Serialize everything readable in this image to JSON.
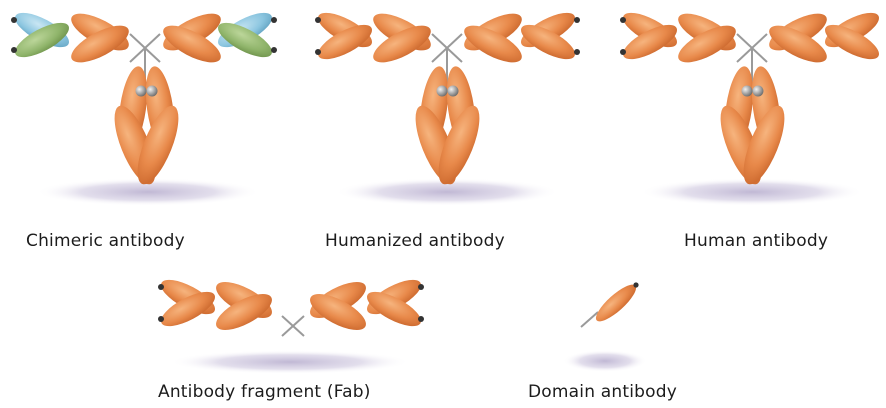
{
  "figure": {
    "items": [
      {
        "id": "chimeric",
        "label": "Chimeric antibody"
      },
      {
        "id": "humanized",
        "label": "Humanized antibody"
      },
      {
        "id": "human",
        "label": "Human antibody"
      },
      {
        "id": "fab",
        "label": "Antibody fragment (Fab)"
      },
      {
        "id": "domain",
        "label": "Domain antibody"
      }
    ]
  },
  "colors": {
    "human_domain": "#e8894a",
    "mouse_variable_blue": "#8cc6e0",
    "mouse_variable_green": "#8fb46a",
    "linker": "#9a9a9a",
    "shadow": "#c9c3d9"
  }
}
